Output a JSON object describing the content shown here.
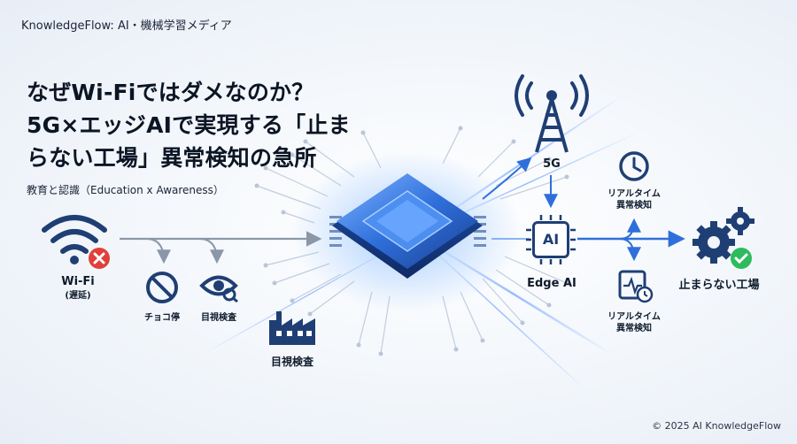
{
  "brand": "KnowledgeFlow: AI・機械学習メディア",
  "title_lines": [
    "なぜWi-Fiではダメなのか？",
    "5G×エッジAIで実現する「止ま",
    "らない工場」異常検知の急所"
  ],
  "subtitle": "教育と認識（Education x Awareness）",
  "left": {
    "wifi_label": "Wi-Fi",
    "wifi_sublabel": "(遅延)",
    "choko_label": "チョコ停",
    "visual_label": "目視検査",
    "factory_label": "目視検査"
  },
  "right": {
    "fiveg_label": "5G",
    "ai_chip_text": "AI",
    "edge_label": "Edge AI",
    "realtime_top": [
      "リアルタイム",
      "異常検知"
    ],
    "realtime_bottom": [
      "リアルタイム",
      "異常検知"
    ],
    "factory_ok_label": "止まらない工場"
  },
  "copyright": "© 2025 AI KnowledgeFlow",
  "colors": {
    "accent_blue": "#2f6fdb",
    "navy": "#1f3f74",
    "error_red": "#e0403a",
    "ok_green": "#2dbb5e",
    "gray_arrow": "#8b97a8"
  }
}
